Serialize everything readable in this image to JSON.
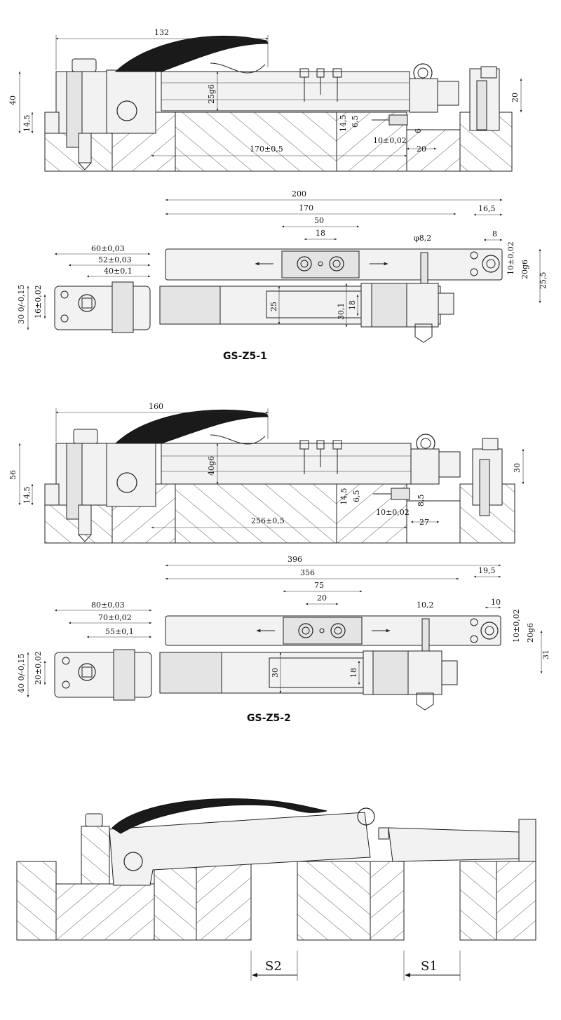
{
  "views": {
    "z5_1_side": {
      "dim_length": "132",
      "dim_height": "40",
      "dim_base": "14,5",
      "dim_bar": "25g6",
      "dim_right_h": "20",
      "dim_stroke": "170±0,5",
      "dim_pin_h": "14,5",
      "dim_pin_small": "6,5",
      "dim_pin_6": "6",
      "dim_pin_10": "10±0,02",
      "dim_20": "20"
    },
    "z5_1_top": {
      "dim_200": "200",
      "dim_170": "170",
      "dim_50": "50",
      "dim_18": "18",
      "dim_16_5": "16,5",
      "dim_8": "8",
      "dim_phi": "φ8,2",
      "dim_60": "60±0,03",
      "dim_52": "52±0,03",
      "dim_40": "40±0,1",
      "dim_30": "30 0/-0,15",
      "dim_16": "16±0,02",
      "dim_25": "25",
      "dim_30b": "30,1",
      "dim_18b": "18",
      "dim_10r": "10±0,02",
      "dim_20r": "20g6",
      "dim_25_5": "25,5"
    },
    "z5_1_label": "GS-Z5-1",
    "z5_2_side": {
      "dim_length": "160",
      "dim_height": "56",
      "dim_base": "14,5",
      "dim_bar": "40g6",
      "dim_right_h": "30",
      "dim_stroke": "256±0,5",
      "dim_pin_h": "14,5",
      "dim_pin_small": "6,5",
      "dim_pin_8": "8,5",
      "dim_pin_10": "10±0,02",
      "dim_27": "27"
    },
    "z5_2_top": {
      "dim_396": "396",
      "dim_356": "356",
      "dim_75": "75",
      "dim_20": "20",
      "dim_19_5": "19,5",
      "dim_10": "10",
      "dim_10_2": "10,2",
      "dim_80": "80±0,03",
      "dim_70": "70±0,02",
      "dim_55": "55±0,1",
      "dim_40": "40 0/-0,15",
      "dim_20b": "20±0,02",
      "dim_30": "30",
      "dim_18": "18",
      "dim_10r": "10±0,02",
      "dim_20r": "20g6",
      "dim_31": "31"
    },
    "z5_2_label": "GS-Z5-2",
    "open_view": {
      "s1": "S1",
      "s2": "S2"
    }
  },
  "colors": {
    "line": "#222222",
    "handle": "#1a1a1a",
    "background": "#ffffff"
  }
}
